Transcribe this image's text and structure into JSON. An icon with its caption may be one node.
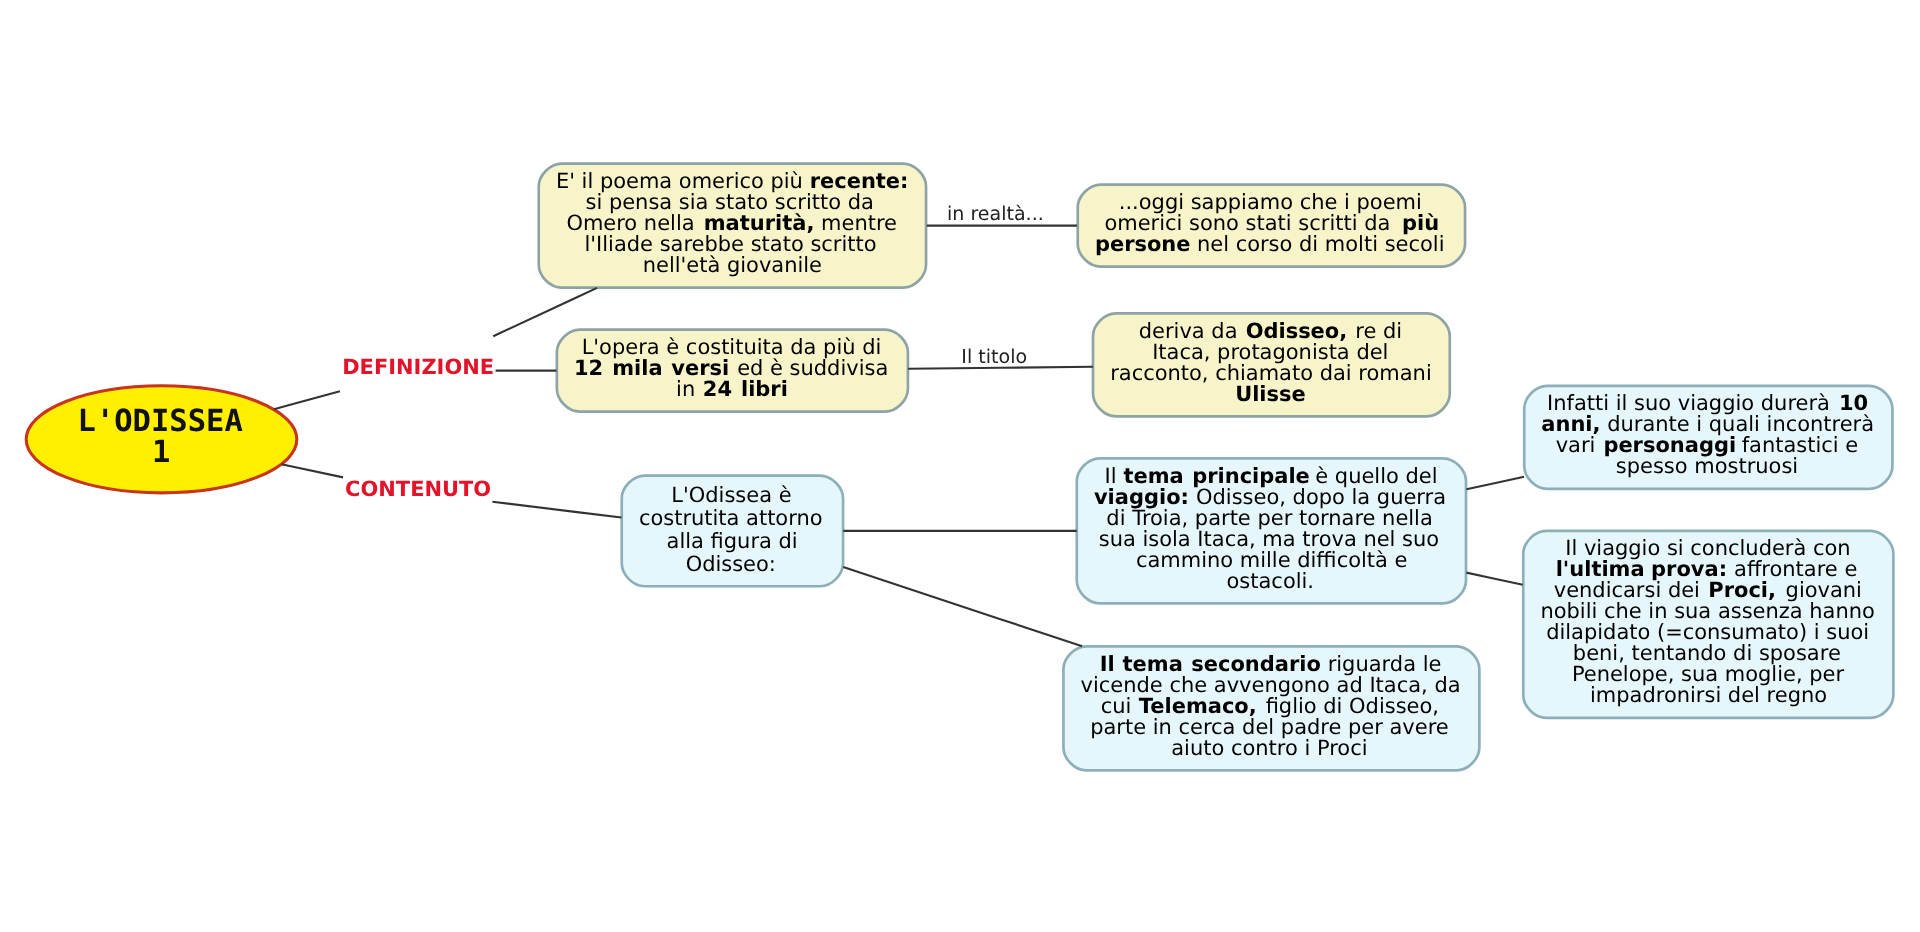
{
  "diagram": {
    "nodes": [
      {
        "text": [
          "L'ODISSEA 1"
        ]
      },
      {
        "text": [
          "DEFINIZIONE"
        ]
      },
      {
        "text": [
          "E' il poema omerico più **recente:** si pensa sia stato scritto da Omero nella **maturità,** mentre l'Iliade sarebbe stato scritto nell'età giovanile"
        ]
      },
      {
        "text": [
          "...oggi sappiamo che i poemi omerici sono stati scritti da **più persone** nel corso di molti secoli"
        ]
      },
      {
        "text": [
          "L'opera è costituita da più di **12 mila versi** ed è suddivisa in **24 libri**"
        ]
      },
      {
        "text": [
          "deriva da **Odisseo,** re di Itaca, protagonista del racconto, chiamato dai romani **Ulisse**"
        ]
      },
      {
        "text": [
          "CONTENUTO"
        ]
      },
      {
        "text": [
          "L'Odissea è costrutita attorno alla figura di Odisseo:"
        ]
      },
      {
        "text": [
          "Il **tema principale** è quello del **viaggio:** Odisseo, dopo la guerra di Troia, parte per tornare nella sua isola Itaca, ma trova nel suo cammino mille difficoltà e ostacoli."
        ]
      },
      {
        "text": [
          "Infatti il suo viaggio durerà **10 anni,** durante i quali incontrerà vari **personaggi** fantastici e spesso mostruosi"
        ]
      },
      {
        "text": [
          "Il viaggio si concluderà con **l'ultima prova:** affrontare e vendicarsi dei **Proci,** giovani nobili che in sua assenza hanno dilapidato (=consumato) i suoi beni, tentando di sposare Penelope, sua moglie, per impadronirsi del regno"
        ]
      },
      {
        "text": [
          "**Il tema secondario** riguarda le vicende che avvengono ad Itaca, da cui **Telemaco,** figlio di Odisseo, parte in cerca del padre per avere aiuto contro i Proci"
        ]
      }
    ],
    "edges": [
      {
        "from": 0,
        "to": 1,
        "arrow": "none"
      },
      {
        "from": 1,
        "to": 2,
        "arrow": "none"
      },
      {
        "from": 2,
        "to": 3,
        "arrow": "none",
        "label": "in realtà..."
      },
      {
        "from": 1,
        "to": 4,
        "arrow": "none"
      },
      {
        "from": 4,
        "to": 5,
        "arrow": "none",
        "label": "Il titolo"
      },
      {
        "from": 0,
        "to": 6,
        "arrow": "none"
      },
      {
        "from": 6,
        "to": 7,
        "arrow": "none"
      },
      {
        "from": 7,
        "to": 8,
        "arrow": "none"
      },
      {
        "from": 8,
        "to": 9,
        "arrow": "none"
      },
      {
        "from": 8,
        "to": 10,
        "arrow": "none"
      },
      {
        "from": 7,
        "to": 11,
        "arrow": "none"
      }
    ]
  }
}
